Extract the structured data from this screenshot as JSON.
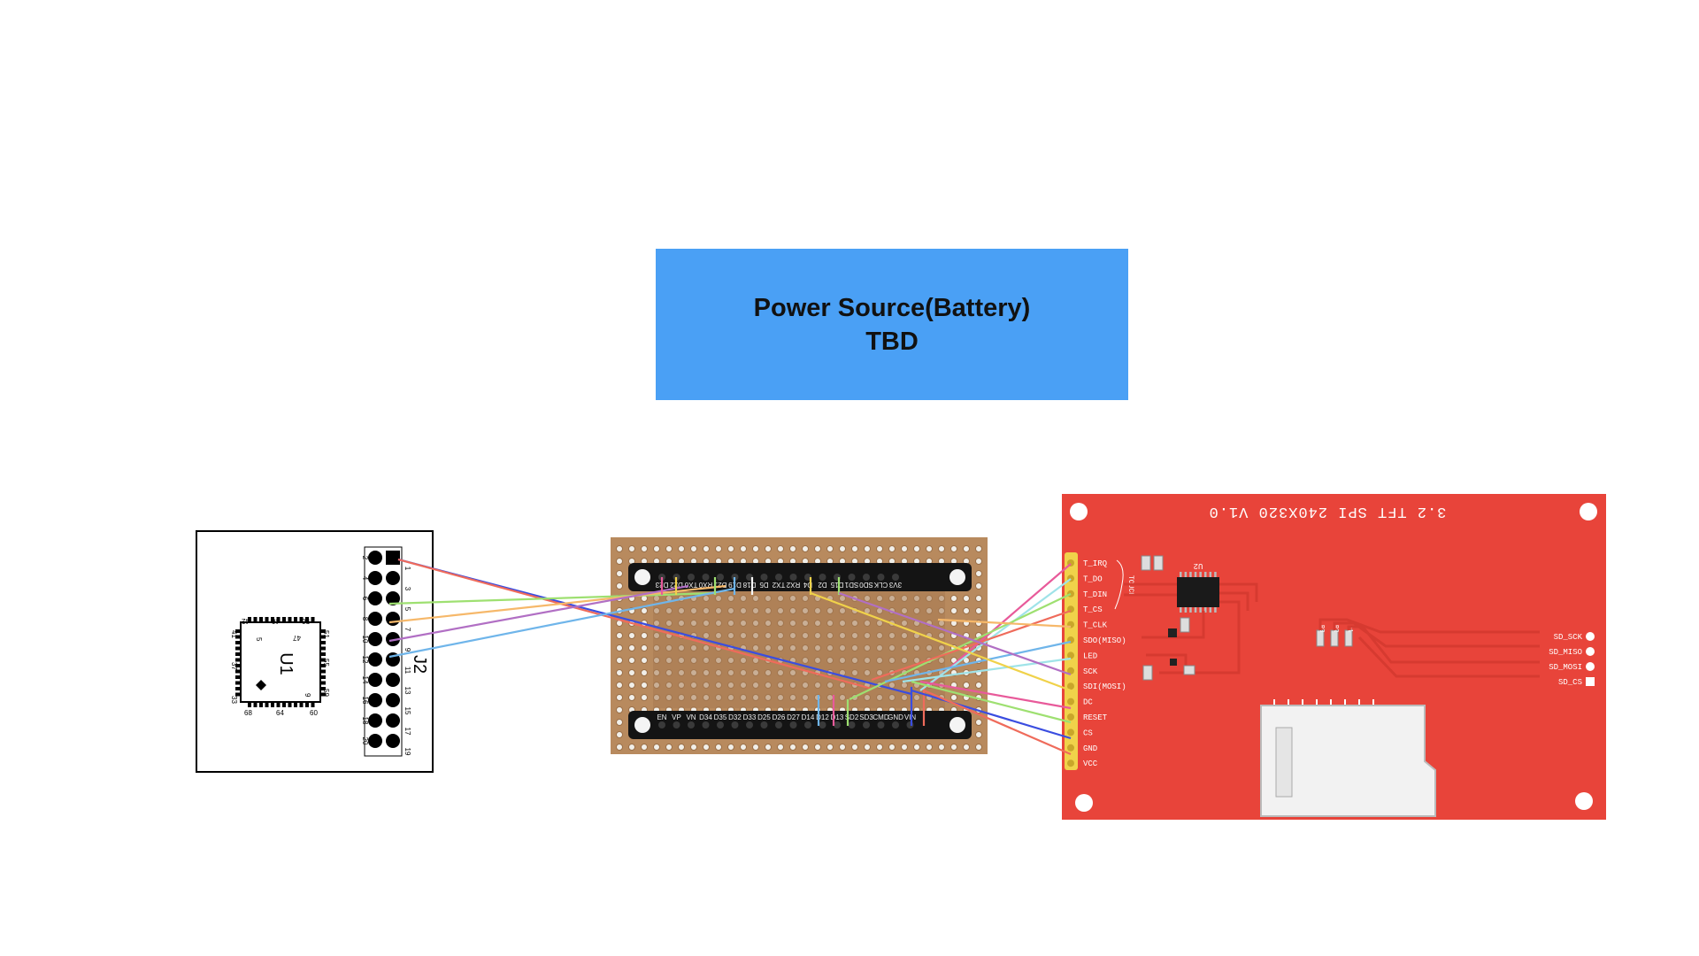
{
  "power_source": {
    "title": "Power Source(Battery)",
    "subtitle": "TBD"
  },
  "colors": {
    "power_box": "#4aa0f5",
    "tft_board": "#e8443a",
    "perfboard": "#b88a5e",
    "header_pins": "#f0d24a"
  },
  "module_left": {
    "chip_label": "U1",
    "header_label": "J2",
    "chip_pin_numbers": [
      "42",
      "46",
      "50",
      "51",
      "55",
      "59",
      "60",
      "64",
      "68",
      "33",
      "37",
      "41",
      "47",
      "5",
      "9"
    ],
    "header_left_numbers": [
      "2",
      "4",
      "6",
      "8",
      "10",
      "12",
      "14",
      "16",
      "18",
      "20"
    ],
    "header_right_numbers": [
      "1",
      "3",
      "5",
      "7",
      "9",
      "11",
      "13",
      "15",
      "17",
      "19"
    ]
  },
  "esp32_board": {
    "top_pins": [
      "D23",
      "D22",
      "TX0",
      "RX0",
      "D21",
      "D19",
      "D18",
      "D5",
      "TX2",
      "RX2",
      "D4",
      "D2",
      "D15",
      "SD1",
      "SD0",
      "CLK",
      "3V3"
    ],
    "bottom_pins": [
      "EN",
      "VP",
      "VN",
      "D34",
      "D35",
      "D32",
      "D33",
      "D25",
      "D26",
      "D27",
      "D14",
      "D12",
      "D13",
      "SD2",
      "SD3",
      "CMD",
      "GND",
      "VIN"
    ]
  },
  "tft_display": {
    "title": "3.2 TFT SPI 240X320 V1.0",
    "touch_label": "TOUCH",
    "ic_label": "U2",
    "pins": [
      "T_IRQ",
      "T_DO",
      "T_DIN",
      "T_CS",
      "T_CLK",
      "SDO(MISO)",
      "LED",
      "SCK",
      "SDI(MOSI)",
      "DC",
      "RESET",
      "CS",
      "GND",
      "VCC"
    ],
    "sd_pins": [
      "SD_SCK",
      "SD_MISO",
      "SD_MOSI",
      "SD_CS"
    ],
    "resistors": [
      "R3",
      "R2",
      "R1"
    ]
  }
}
